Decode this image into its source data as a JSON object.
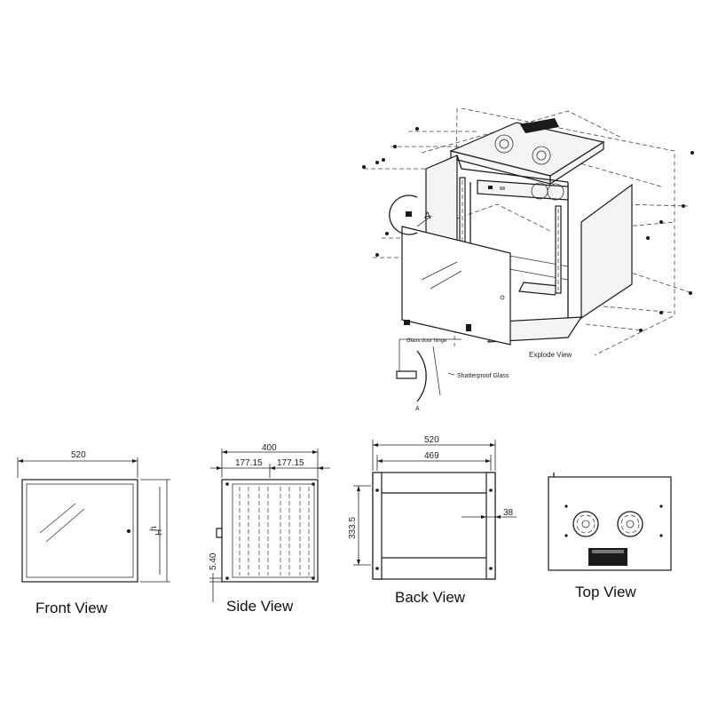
{
  "explode": {
    "title": "Explode View",
    "glass_hinge_label": "Glass door hinge",
    "glass_label": "Shatterproof Glass",
    "detail_marker": "A",
    "detail_marker_bottom": "A"
  },
  "front": {
    "label": "Front View",
    "width_dim": "520",
    "height_outer": "H",
    "height_inner": "h"
  },
  "side": {
    "label": "Side View",
    "depth_dim": "400",
    "half_left": "177.15",
    "half_right": "177.15",
    "base_dim": "5.40"
  },
  "back": {
    "label": "Back View",
    "width_dim": "520",
    "inner_width_dim": "469",
    "height_dim": "333.5",
    "offset_dim": "38"
  },
  "top": {
    "label": "Top View"
  },
  "colors": {
    "line": "#1a1a1a",
    "background": "#ffffff"
  }
}
